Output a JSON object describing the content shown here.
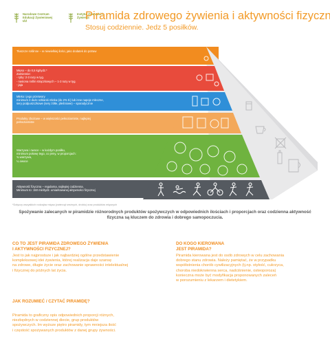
{
  "logos": [
    {
      "text": "Narodowe Centrum Edukacji Żywieniowej IŻŻ"
    },
    {
      "text": "Instytut Żywności i Żywienia"
    }
  ],
  "header": {
    "title": "Piramida zdrowego żywienia i aktywności fizycznej",
    "subtitle": "Stosuj codziennie. Jedz 5 posiłków."
  },
  "levels": [
    {
      "text": "Tłuszcze roślinne – w niewielkiej ilości, jako dodatek do potraw",
      "color": "#f28c1f"
    },
    {
      "text": "Mięso – do 0,5 kg/tydz.*\nZamiennie:\n- ryby: 2-3 razy w tyg.\n- nasiona roślin strączkowych – 1-2 razy w tyg.\n- jaja",
      "color": "#e84b3c"
    },
    {
      "text": "Mleko i jego przetwory\nminimum 2 duże szklanki mleka (do 2% tł.) lub inne napoje mleczne,\nsery podpuszczkowe (sery żółte, pleśniowe) – sporadycznie",
      "color": "#2f8fd8"
    },
    {
      "text": "Produkty zbożowe – w większości pełnoziarniste, najlepiej pełnoziarniste",
      "color": "#f3a85a"
    },
    {
      "text": "Warzywa i owoce – w każdym posiłku,\nminimum połowę tego, co jemy, w proporcjach:\n¾ warzywa,\n¼ owoce",
      "color": "#6fb33f"
    },
    {
      "text": "Aktywność fizyczna – regularna, najlepiej codzienna.\nMinimum to: 150 min/tydz. umiarkowanej aktywności fizycznej",
      "color": "#555a60"
    }
  ],
  "footnote": "*Dotyczy wszystkich rodzajów mięsa (zwierząt rzeźnych, drobiu) oraz produktów mięsnych",
  "summary": "Spożywanie zalecanych w piramidzie różnorodnych produktów spożywczych w odpowiednich ilościach i proporcjach oraz codzienna aktywność fizyczna są kluczem do zdrowia i dobrego samopoczucia.",
  "sections": {
    "what": {
      "heading": "CO TO JEST PIRAMIDA ZDROWEGO ŻYWIENIA\nI AKTYWNOŚCI FIZYCZNEJ?",
      "body": "Jest to jak najprostsze i jak najbardziej ogólne przedstawienie\nkompleksowej idei żywienia, której realizacja daje szansę\nna zdrowe, długie życie oraz zachowanie sprawności intelektualnej\ni fizycznej do późnych lat życia."
    },
    "how": {
      "heading": "JAK ROZUMIEĆ / CZYTAĆ PIRAMIDĘ?",
      "body": "Piramida to graficzny opis odpowiednich proporcji różnych,\nniezbędnych w codziennej diecie, grup produktów\nspożywczych. Im wyższe piętro piramidy, tym mniejsza ilość\ni częstość spożywanych produktów z danej grupy żywności."
    },
    "who": {
      "heading": "DO KOGO KIEROWANA\nJEST PIRAMIDA?",
      "body": "Piramida kierowana jest do osób zdrowych w celu zachowania\ndobrego stanu zdrowia. Należy pamiętać, że w przypadku\nwspółistnienia chorób cywilizacyjnych (tj.np. otyłość, cukrzyca,\nchoroba niedokrwienna serca, nadciśnienie, osteoporoza)\nkonieczna może być modyfikacja proponowanych zaleceń\nw porozumieniu z lekarzem i dietetykiem."
    }
  }
}
